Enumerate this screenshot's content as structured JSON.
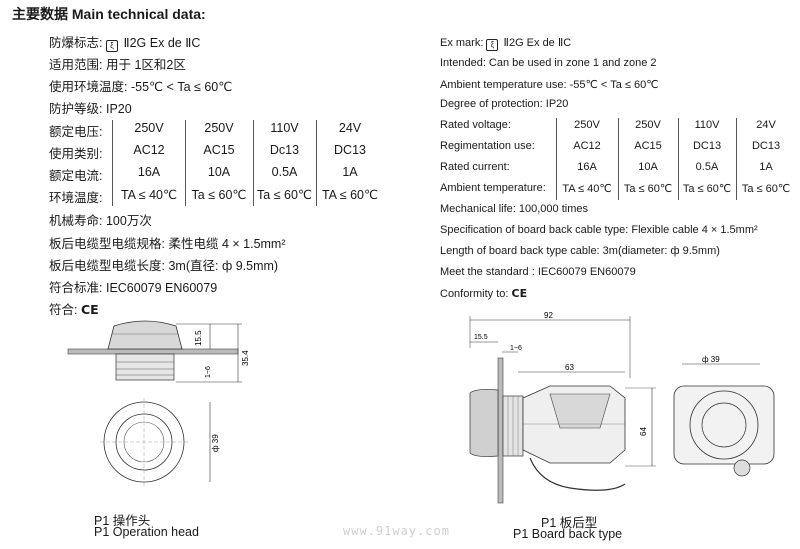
{
  "title": "主要数据 Main technical data:",
  "left": {
    "ex_label": "防爆标志:",
    "ex_value": "Ⅱ2G  Ex de  ⅡC",
    "area_label": "适用范围:",
    "area_value": "用于 1区和2区",
    "env_label": "使用环境温度:",
    "env_value": "-55℃ < Ta ≤ 60℃",
    "ip_label": "防护等级:",
    "ip_value": "IP20",
    "rows": [
      {
        "label": "额定电压:",
        "vals": [
          "250V",
          "250V",
          "110V",
          "24V"
        ]
      },
      {
        "label": "使用类别:",
        "vals": [
          "AC12",
          "AC15",
          "Dc13",
          "DC13"
        ]
      },
      {
        "label": "额定电流:",
        "vals": [
          "16A",
          "10A",
          "0.5A",
          "1A"
        ]
      },
      {
        "label": "环境温度:",
        "vals": [
          "TA ≤ 40℃",
          "Ta ≤ 60℃",
          "Ta ≤ 60℃",
          "TA ≤ 60℃"
        ]
      }
    ],
    "life_label": "机械寿命:",
    "life_value": "100万次",
    "spec_label": "板后电缆型电缆规格:",
    "spec_value": "柔性电缆 4 × 1.5mm²",
    "len_label": "板后电缆型电缆长度:",
    "len_value": "3m(直径:  ф 9.5mm)",
    "std_label": "符合标准:",
    "std_value": "IEC60079  EN60079",
    "conf_label": "符合:",
    "ce": "CE"
  },
  "right": {
    "ex_label": "Ex mark:",
    "ex_value": "Ⅱ2G  Ex de  ⅡC",
    "intended": "Intended:   Can be used in zone 1 and zone 2",
    "ambient": "Ambient temperature use:  -55℃ < Ta ≤ 60℃",
    "degree": "Degree of protection:   IP20",
    "rows": [
      {
        "label": "Rated voltage:",
        "vals": [
          "250V",
          "250V",
          "110V",
          "24V"
        ]
      },
      {
        "label": "Regimentation use:",
        "vals": [
          "AC12",
          "AC15",
          "DC13",
          "DC13"
        ]
      },
      {
        "label": "Rated current:",
        "vals": [
          "16A",
          "10A",
          "0.5A",
          "1A"
        ]
      },
      {
        "label": "Ambient temperature:",
        "vals": [
          "TA ≤ 40℃",
          "Ta ≤ 60℃",
          "Ta ≤ 60℃",
          "Ta ≤ 60℃"
        ]
      }
    ],
    "life": "Mechanical life:   100,000 times",
    "spec": "Specification of board back cable type:  Flexible cable 4 × 1.5mm²",
    "length": "Length of board back type cable:   3m(diameter:  ф 9.5mm)",
    "standard": "Meet the standard :  IEC60079  EN60079",
    "conf_label": "Conformity to:",
    "ce": "CE"
  },
  "drawings": {
    "left_dims": {
      "d1": "15.5",
      "d2": "35.4",
      "d3": "1~6",
      "d4": "ф 39"
    },
    "right_dims": {
      "d1": "92",
      "d2": "15.5",
      "d3": "1~6",
      "d4": "63",
      "d5": "64",
      "d6": "ф 39"
    },
    "left_caption_cn": "P1 操作头",
    "left_caption_en": "P1 Operation head",
    "right_caption_cn": "P1 板后型",
    "right_caption_en": "P1 Board back type"
  },
  "watermark": "www.91way.com"
}
